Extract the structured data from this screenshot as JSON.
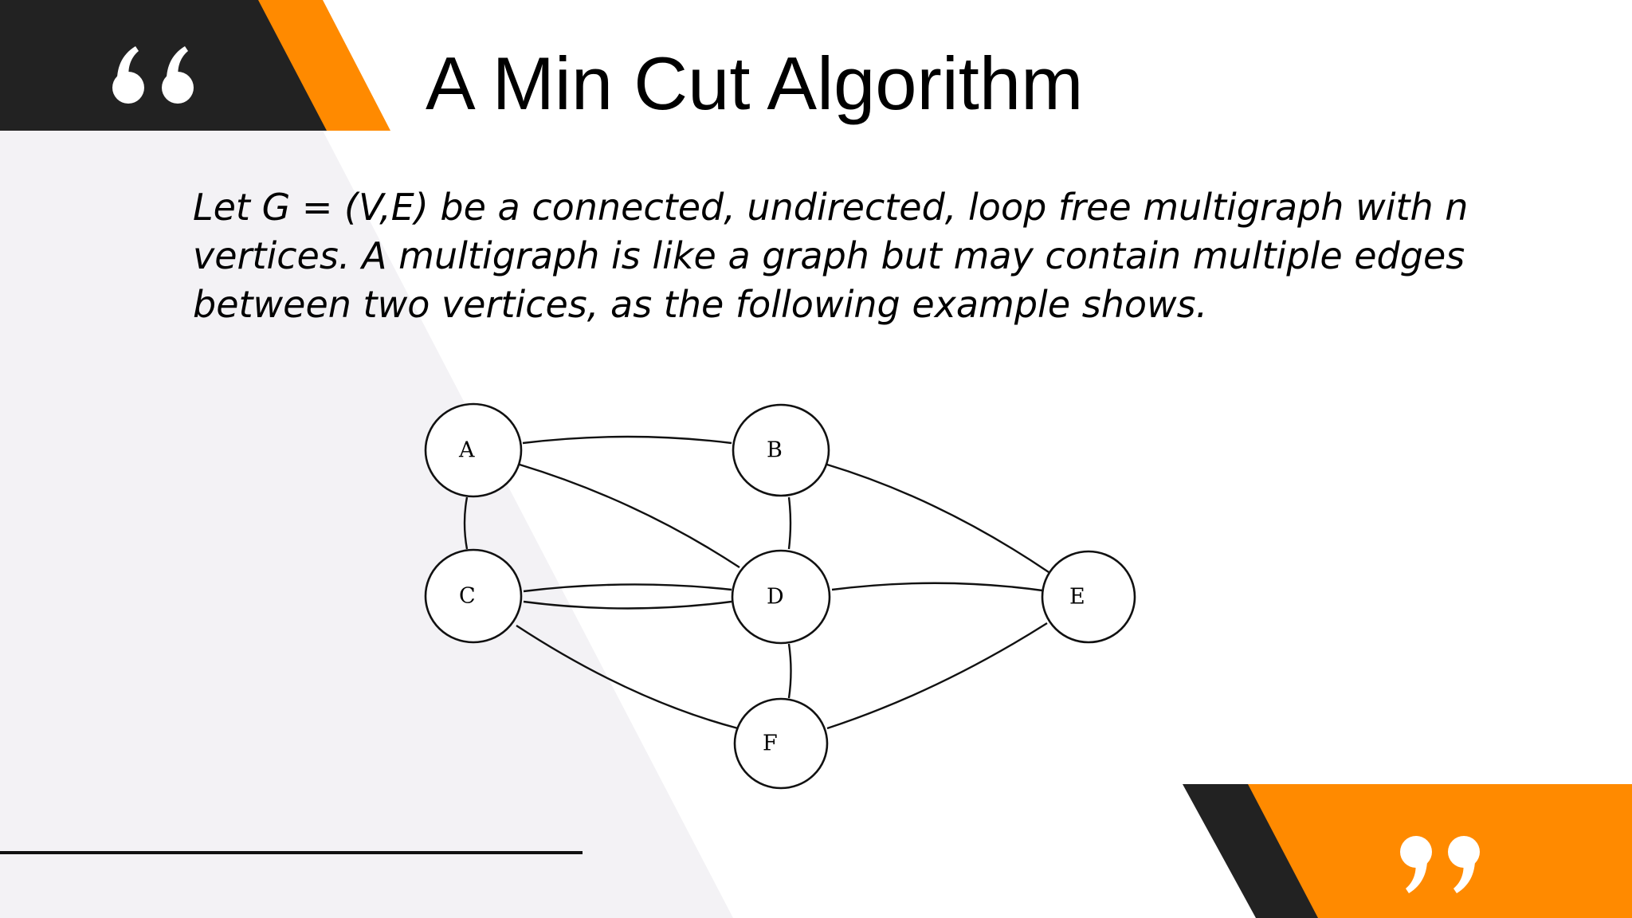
{
  "slide": {
    "title": "A Min Cut Algorithm",
    "body_lines": [
      "Let G = (V,E) be a connected, undirected, loop free multigraph with n",
      "vertices. A multigraph is like a graph but may contain multiple edges",
      "between two vertices, as the following example shows."
    ],
    "open_quote_glyph": "“",
    "close_quote_glyph": "”"
  },
  "colors": {
    "accent": "#FF8A00",
    "dark": "#222222",
    "light_panel": "#F3F2F5",
    "divider": "#111111"
  },
  "graph": {
    "nodes": [
      {
        "id": "A",
        "label": "A"
      },
      {
        "id": "B",
        "label": "B"
      },
      {
        "id": "C",
        "label": "C"
      },
      {
        "id": "D",
        "label": "D"
      },
      {
        "id": "E",
        "label": "E"
      },
      {
        "id": "F",
        "label": "F"
      }
    ],
    "edges": [
      {
        "from": "A",
        "to": "B"
      },
      {
        "from": "A",
        "to": "C"
      },
      {
        "from": "A",
        "to": "D"
      },
      {
        "from": "B",
        "to": "D"
      },
      {
        "from": "B",
        "to": "E"
      },
      {
        "from": "C",
        "to": "D"
      },
      {
        "from": "C",
        "to": "D"
      },
      {
        "from": "C",
        "to": "F"
      },
      {
        "from": "D",
        "to": "E"
      },
      {
        "from": "D",
        "to": "F"
      },
      {
        "from": "E",
        "to": "F"
      }
    ]
  }
}
